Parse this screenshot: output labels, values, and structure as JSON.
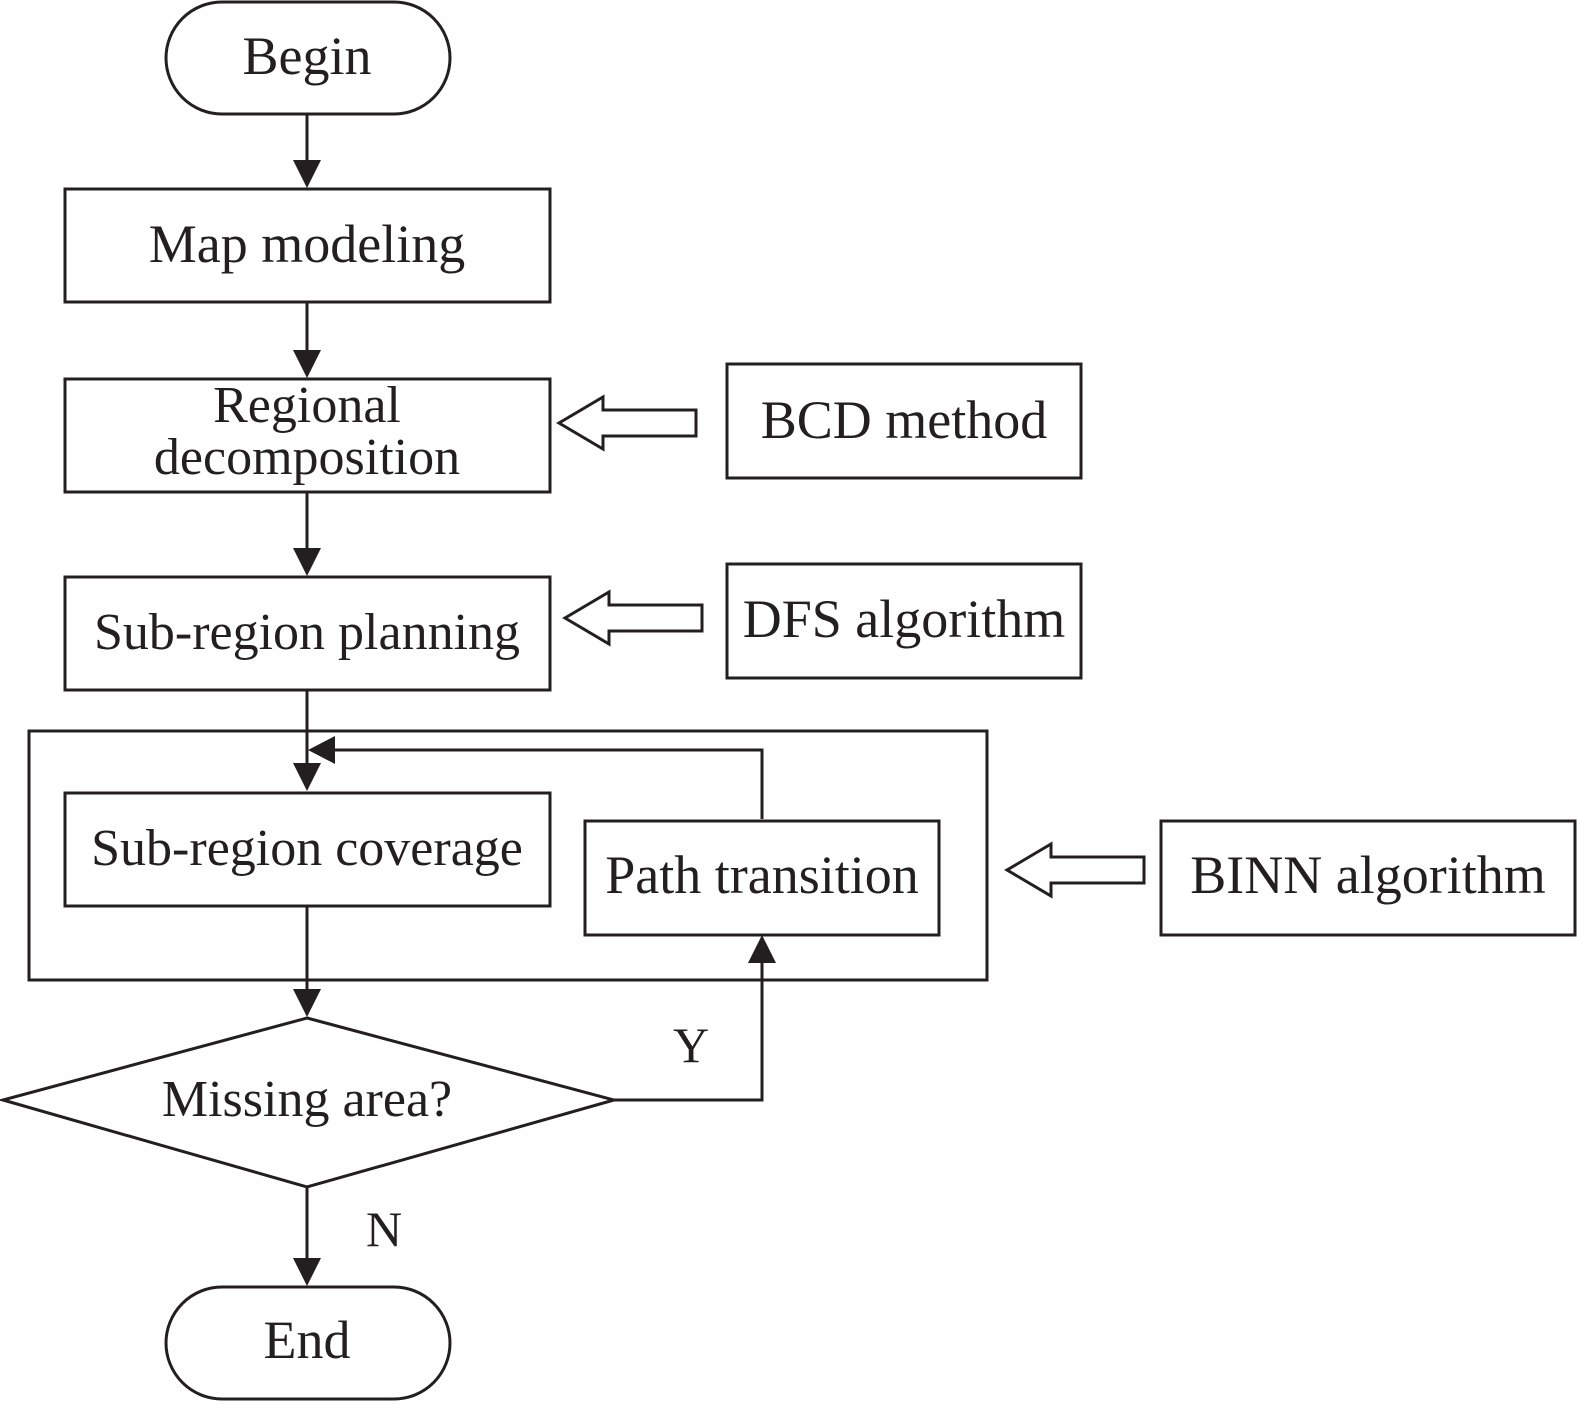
{
  "flowchart": {
    "begin": "Begin",
    "map_modeling": "Map modeling",
    "regional_decomposition": {
      "line1": "Regional",
      "line2": "decomposition"
    },
    "sub_region_planning": "Sub-region planning",
    "sub_region_coverage": "Sub-region coverage",
    "path_transition": "Path transition",
    "missing_area": "Missing area?",
    "end": "End",
    "branch_yes": "Y",
    "branch_no": "N"
  },
  "methods": {
    "bcd": "BCD method",
    "dfs": "DFS algorithm",
    "binn": "BINN algorithm"
  },
  "colors": {
    "line": "#231f20",
    "fill": "#ffffff"
  }
}
